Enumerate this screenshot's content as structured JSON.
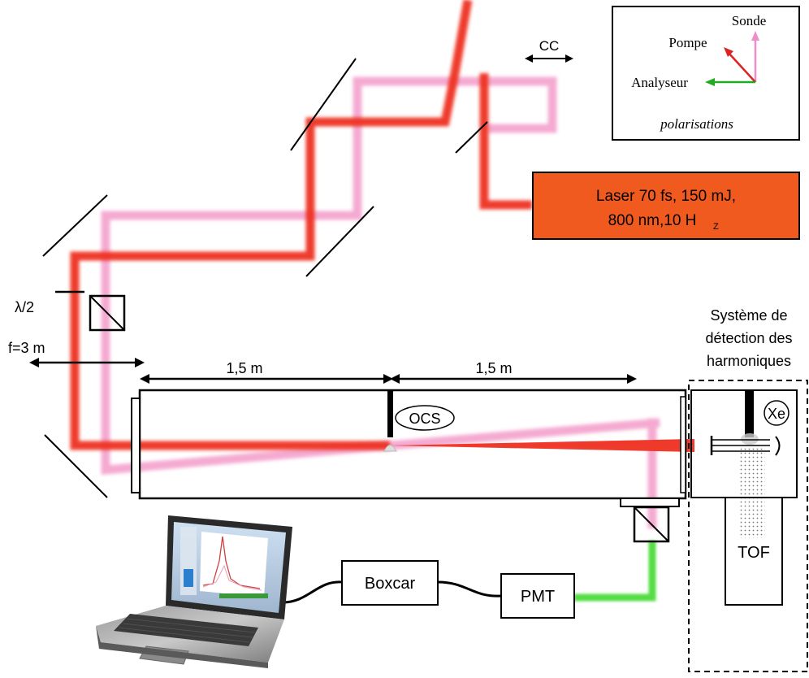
{
  "colors": {
    "pump_beam": "#ee3322",
    "probe_beam": "#f4a6cf",
    "signal_beam": "#55dd44",
    "laser_box": "#f05a1e",
    "analyzer_arrow": "#22aa22",
    "pump_arrow": "#dd2222",
    "probe_arrow": "#f08cc8"
  },
  "legend": {
    "probe": "Sonde",
    "pump": "Pompe",
    "analyzer": "Analyseur",
    "caption": "polarisations"
  },
  "labels": {
    "corner_cube": "CC",
    "laser_line1": "Laser 70 fs, 150 mJ,",
    "laser_line2": "800 nm,10 H",
    "laser_unit_sub": "Z",
    "half_wave": "λ/2",
    "focal": "f=3 m",
    "distance_1": "1,5 m",
    "distance_2": "1,5 m",
    "ocs": "OCS",
    "xe": "Xe",
    "detection_line1": "Système de",
    "detection_line2": "détection des",
    "detection_line3": "harmoniques",
    "tof": "TOF",
    "boxcar": "Boxcar",
    "pmt": "PMT"
  }
}
